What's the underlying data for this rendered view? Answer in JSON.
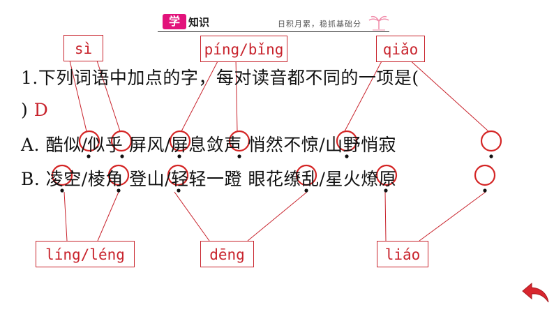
{
  "header": {
    "badge": "学",
    "title": "知识",
    "tagline": "日积月累，稳抓基础分"
  },
  "pinyin_boxes": {
    "si": "sì",
    "ping_bing": "píng/bǐng",
    "qiao": "qiǎo",
    "ling_leng": "líng/léng",
    "deng": "dēng",
    "liao": "liáo"
  },
  "question": {
    "stem": "1.下列词语中加点的字，每对读音都不同的一项是(",
    "close_paren": ")",
    "answer": "D",
    "option_a": "A. 酷似/似乎  屏风/屏息敛声  悄然不惊/山野悄寂",
    "option_b": "B. 凌空/棱角  登山/轻轻一蹬  眼花缭乱/星火燎原"
  },
  "colors": {
    "accent_red": "#c8232c",
    "badge_pink": "#e2127b"
  },
  "icons": {
    "back": "back-arrow-icon"
  }
}
